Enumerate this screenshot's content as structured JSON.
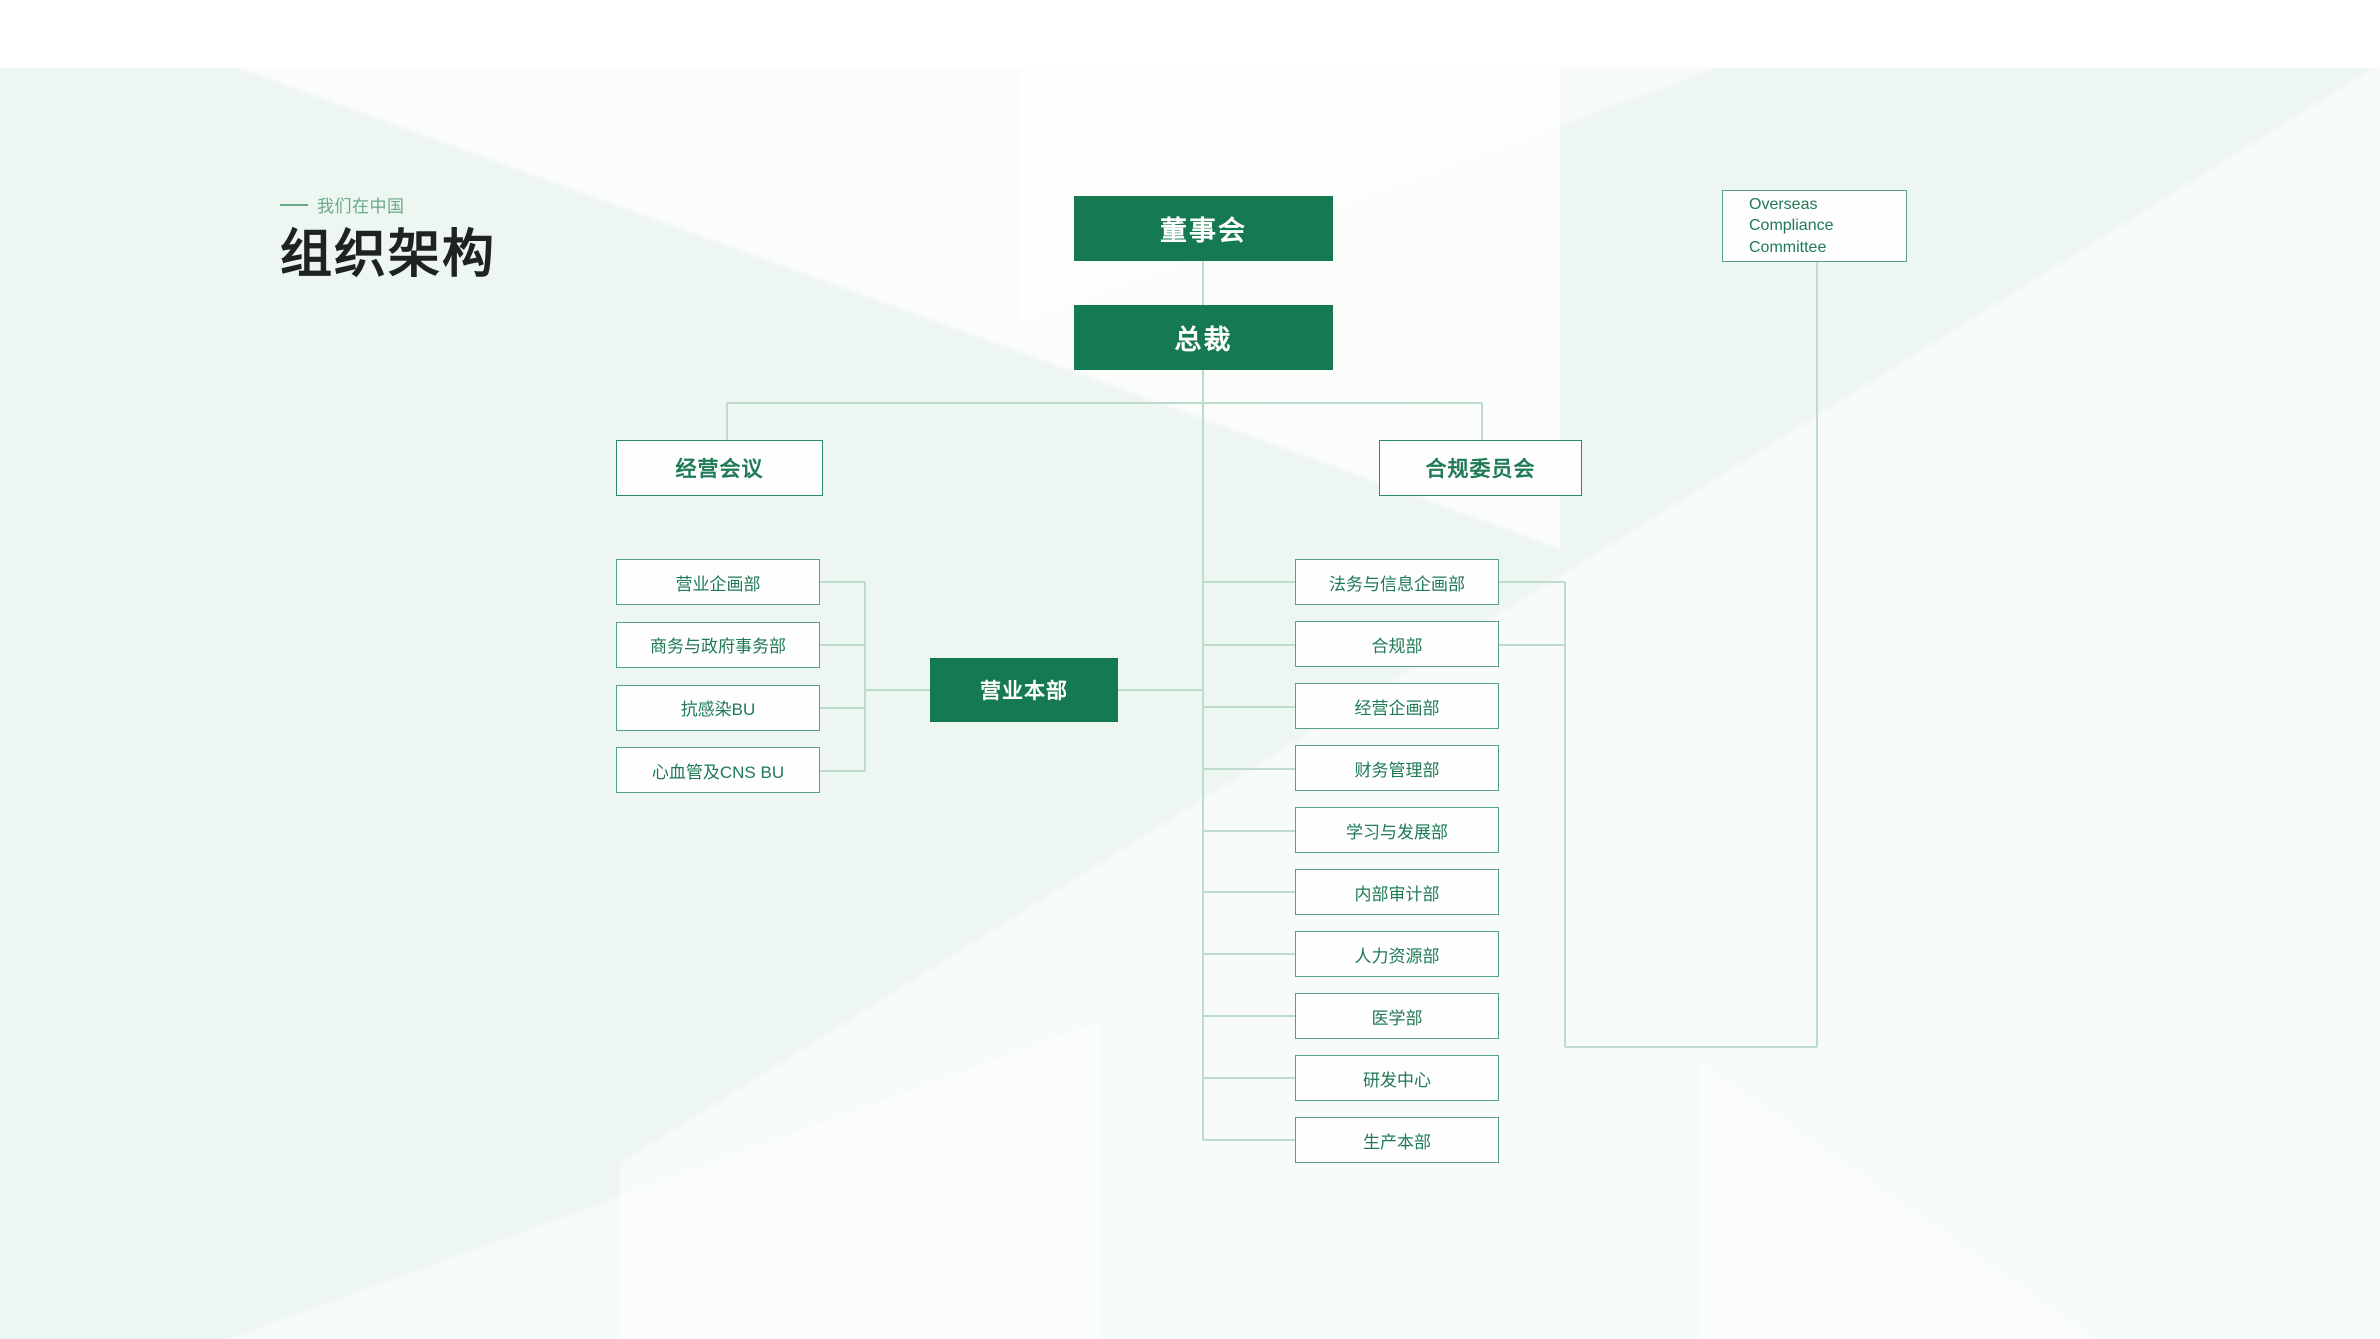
{
  "page": {
    "kicker": "我们在中国",
    "title": "组织架构",
    "accent_green": "#157951",
    "outline_green": "#57a184",
    "text_green": "#1f7a55",
    "background": "#eef6f1"
  },
  "chart_data": {
    "type": "diagram",
    "subtype": "org-chart",
    "title": "组织架构",
    "nodes": [
      {
        "id": "board",
        "label": "董事会",
        "style": "solid",
        "level": 0
      },
      {
        "id": "president",
        "label": "总裁",
        "style": "solid",
        "level": 1
      },
      {
        "id": "occ",
        "label": "Overseas Compliance Committee",
        "style": "outline",
        "level": 0,
        "lang": "en"
      },
      {
        "id": "mgmt",
        "label": "经营会议",
        "style": "outline-bold",
        "level": 2
      },
      {
        "id": "compcom",
        "label": "合规委员会",
        "style": "outline-bold",
        "level": 2
      },
      {
        "id": "saleshq",
        "label": "营业本部",
        "style": "solid",
        "level": 3
      },
      {
        "id": "l1",
        "label": "营业企画部",
        "style": "outline",
        "level": 4
      },
      {
        "id": "l2",
        "label": "商务与政府事务部",
        "style": "outline",
        "level": 4
      },
      {
        "id": "l3",
        "label": "抗感染BU",
        "style": "outline",
        "level": 4
      },
      {
        "id": "l4",
        "label": "心血管及CNS BU",
        "style": "outline",
        "level": 4
      },
      {
        "id": "r1",
        "label": "法务与信息企画部",
        "style": "outline",
        "level": 4
      },
      {
        "id": "r2",
        "label": "合规部",
        "style": "outline",
        "level": 4
      },
      {
        "id": "r3",
        "label": "经营企画部",
        "style": "outline",
        "level": 4
      },
      {
        "id": "r4",
        "label": "财务管理部",
        "style": "outline",
        "level": 4
      },
      {
        "id": "r5",
        "label": "学习与发展部",
        "style": "outline",
        "level": 4
      },
      {
        "id": "r6",
        "label": "内部审计部",
        "style": "outline",
        "level": 4
      },
      {
        "id": "r7",
        "label": "人力资源部",
        "style": "outline",
        "level": 4
      },
      {
        "id": "r8",
        "label": "医学部",
        "style": "outline",
        "level": 4
      },
      {
        "id": "r9",
        "label": "研发中心",
        "style": "outline",
        "level": 4
      },
      {
        "id": "r10",
        "label": "生产本部",
        "style": "outline",
        "level": 4
      }
    ],
    "edges": [
      {
        "from": "board",
        "to": "president"
      },
      {
        "from": "president",
        "to": "mgmt"
      },
      {
        "from": "president",
        "to": "compcom"
      },
      {
        "from": "president",
        "to": "saleshq"
      },
      {
        "from": "saleshq",
        "to": "l1"
      },
      {
        "from": "saleshq",
        "to": "l2"
      },
      {
        "from": "saleshq",
        "to": "l3"
      },
      {
        "from": "saleshq",
        "to": "l4"
      },
      {
        "from": "president",
        "to": "r1"
      },
      {
        "from": "president",
        "to": "r2"
      },
      {
        "from": "president",
        "to": "r3"
      },
      {
        "from": "president",
        "to": "r4"
      },
      {
        "from": "president",
        "to": "r5"
      },
      {
        "from": "president",
        "to": "r6"
      },
      {
        "from": "president",
        "to": "r7"
      },
      {
        "from": "president",
        "to": "r8"
      },
      {
        "from": "president",
        "to": "r9"
      },
      {
        "from": "president",
        "to": "r10"
      },
      {
        "from": "occ",
        "to": "r1"
      },
      {
        "from": "occ",
        "to": "r2"
      }
    ]
  },
  "nodes": {
    "board": "董事会",
    "president": "总裁",
    "occ_line1": "Overseas",
    "occ_line2": "Compliance",
    "occ_line3": "Committee",
    "mgmt_meeting": "经营会议",
    "compliance_committee": "合规委员会",
    "sales_hq": "营业本部"
  },
  "left_departments": [
    "营业企画部",
    "商务与政府事务部",
    "抗感染BU",
    "心血管及CNS BU"
  ],
  "right_departments": [
    "法务与信息企画部",
    "合规部",
    "经营企画部",
    "财务管理部",
    "学习与发展部",
    "内部审计部",
    "人力资源部",
    "医学部",
    "研发中心",
    "生产本部"
  ]
}
